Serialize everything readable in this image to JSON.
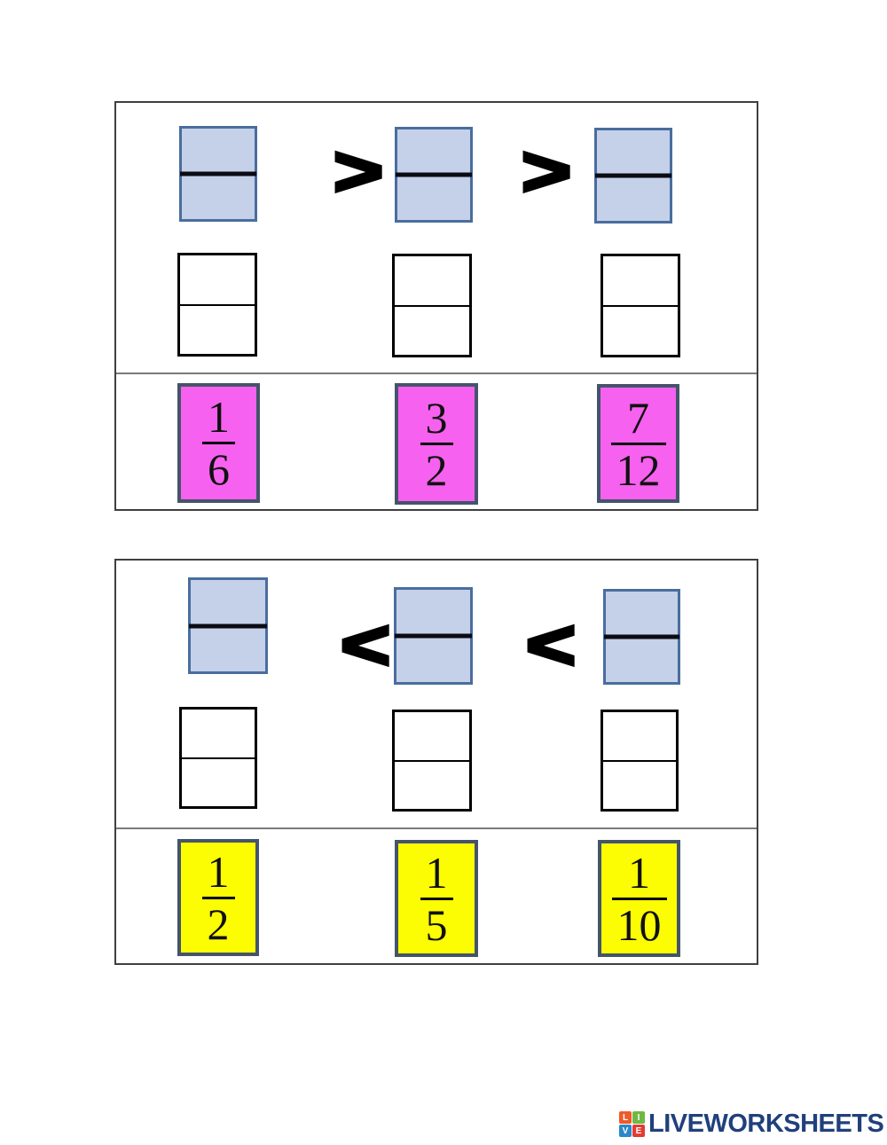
{
  "worksheet": {
    "exercises": [
      {
        "operator": ">",
        "card_fill": "#f761ef",
        "cards": [
          {
            "numerator": "1",
            "denominator": "6"
          },
          {
            "numerator": "3",
            "denominator": "2"
          },
          {
            "numerator": "7",
            "denominator": "12"
          }
        ]
      },
      {
        "operator": "<",
        "card_fill": "#fcfc03",
        "cards": [
          {
            "numerator": "1",
            "denominator": "2"
          },
          {
            "numerator": "1",
            "denominator": "5"
          },
          {
            "numerator": "1",
            "denominator": "10"
          }
        ]
      }
    ],
    "colors": {
      "model_box_fill": "#c4d1e8",
      "model_box_border": "#4a6d9e",
      "card_border": "#44546a",
      "pink_card_fill": "#f761ef",
      "yellow_card_fill": "#fcfc03"
    }
  },
  "footer": {
    "brand_text": "LIVEWORKSHEETS",
    "brand_color": "#20407c",
    "logo_blocks": [
      {
        "letter": "L",
        "color": "#f0592a"
      },
      {
        "letter": "I",
        "color": "#70b842"
      },
      {
        "letter": "V",
        "color": "#2b87c8"
      },
      {
        "letter": "E",
        "color": "#e13b34"
      }
    ]
  }
}
